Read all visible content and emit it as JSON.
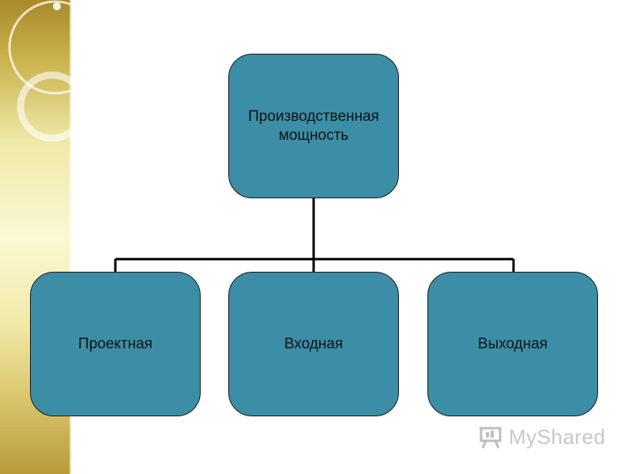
{
  "diagram": {
    "root": {
      "label": "Производственная мощность"
    },
    "children": [
      {
        "label": "Проектная"
      },
      {
        "label": "Входная"
      },
      {
        "label": "Выходная"
      }
    ]
  },
  "logo": {
    "text": "MyShared"
  },
  "colors": {
    "node_fill": "#3b8ea5",
    "node_border": "#1a1a1a",
    "connector": "#000000"
  }
}
